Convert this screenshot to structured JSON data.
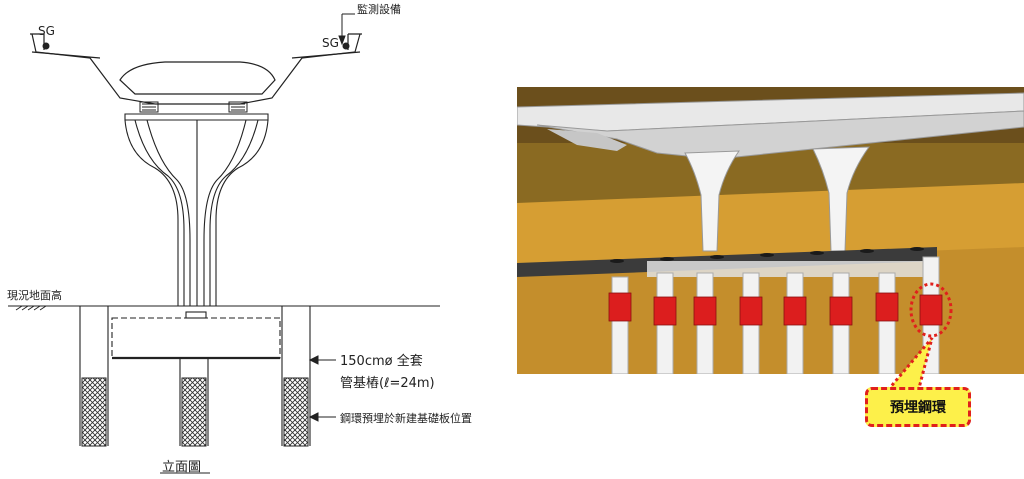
{
  "elevation": {
    "sg_left": "SG",
    "sg_right": "SG",
    "monitoring_label": "監測設備",
    "ground_label": "現況地面高",
    "pile_spec_line1": "150cmø 全套",
    "pile_spec_line2": "管基樁(ℓ=24m)",
    "ring_note": "鋼環預埋於新建基礎板位置",
    "view_title": "立面圖"
  },
  "rendering": {
    "callout_label": "預埋鋼環",
    "colors": {
      "wall": "#6b4f1c",
      "wall_band": "#8a6a22",
      "soil_face": "#d69e33",
      "slab": "#3b3b3b",
      "pile": "#f2f2f2",
      "steel_ring": "#dc1e1e",
      "callout_fill": "#fdf04a",
      "callout_border": "#e0201c"
    }
  }
}
